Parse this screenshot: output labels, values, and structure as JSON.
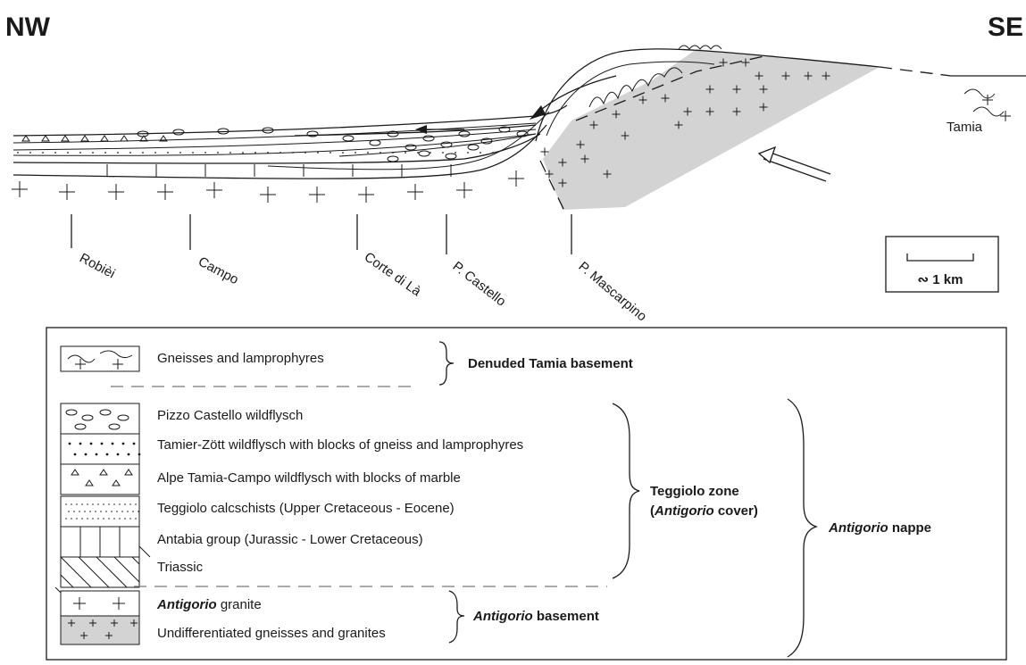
{
  "orientation": {
    "left": "NW",
    "right": "SE"
  },
  "section": {
    "tamia_label": "Tamia",
    "localities": [
      "Robièi",
      "Campo",
      "Corte di Là",
      "P. Castello",
      "P. Mascarpino"
    ],
    "scale_label": "∾ 1 km"
  },
  "legend": {
    "denuded_items": [
      {
        "label": "Gneisses and lamprophyres",
        "pattern": "gneiss"
      }
    ],
    "cover_items": [
      {
        "label": "Pizzo Castello wildflysch",
        "pattern": "blocks"
      },
      {
        "label": "Tamier-Zött wildflysch with blocks of gneiss and lamprophyres",
        "pattern": "dots"
      },
      {
        "label": "Alpe Tamia-Campo wildflysch with blocks of marble",
        "pattern": "triangles"
      },
      {
        "label": "Teggiolo calcschists (Upper Cretaceous - Eocene)",
        "pattern": "stipple"
      },
      {
        "label": "Antabia group (Jurassic - Lower Cretaceous)",
        "pattern": "vertical"
      },
      {
        "label": "Triassic",
        "pattern": "diagonal"
      }
    ],
    "granite_item": {
      "name": "Antigorio",
      "rest": " granite"
    },
    "undiff_item": {
      "label": "Undifferentiated gneisses and granites"
    },
    "groups": {
      "denuded": "Denuded Tamia basement",
      "teggiolo_line1": "Teggiolo zone",
      "teggiolo_line2_open": "(",
      "teggiolo_line2_em": "Antigorio",
      "teggiolo_line2_close": " cover)",
      "basement_em": "Antigorio",
      "basement_rest": " basement",
      "nappe_em": "Antigorio",
      "nappe_rest": " nappe"
    }
  },
  "colors": {
    "shaded_basement": "#d3d3d3",
    "ink": "#1a1a1a"
  }
}
